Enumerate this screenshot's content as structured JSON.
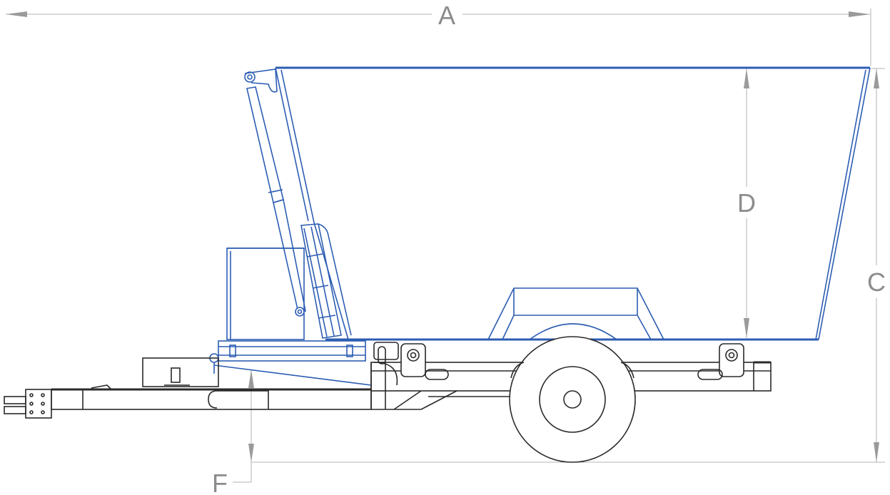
{
  "dimensions": {
    "a": "A",
    "c": "C",
    "d": "D",
    "f": "F"
  },
  "colors": {
    "hopper": "#2c5db3",
    "chassis": "#2a2a2a",
    "dimension": "#9a9a9a"
  }
}
